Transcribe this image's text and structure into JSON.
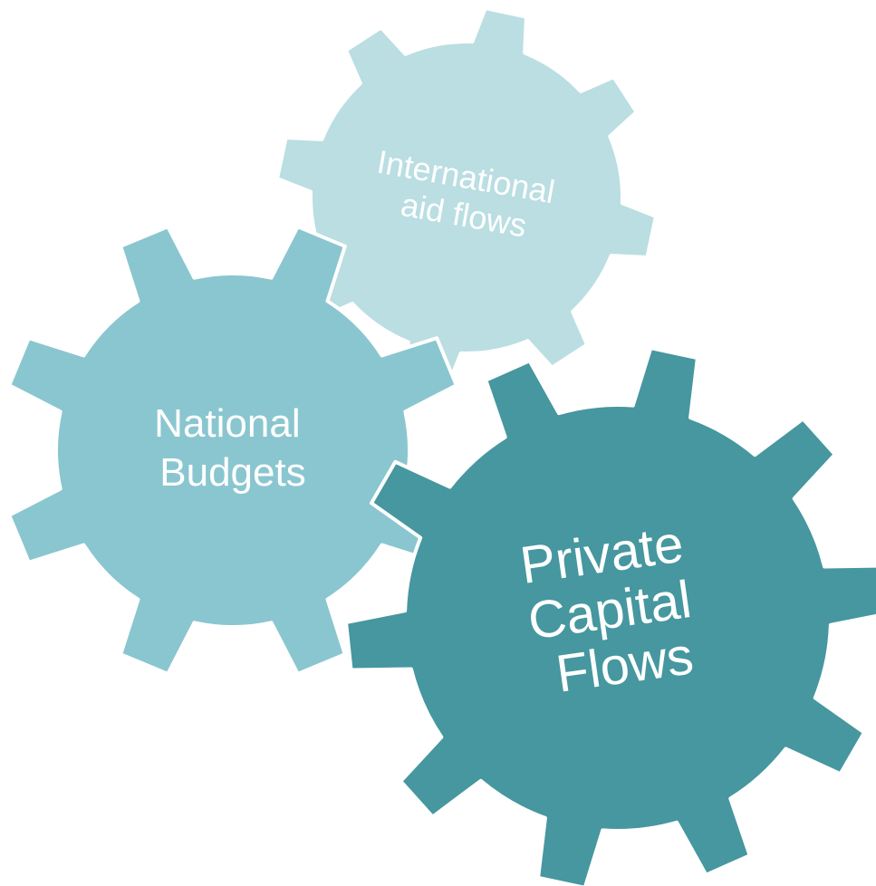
{
  "diagram": {
    "gears": [
      {
        "id": "international",
        "lines": [
          "International",
          "aid flows"
        ],
        "color": "#badee2"
      },
      {
        "id": "national",
        "lines": [
          "National",
          "Budgets"
        ],
        "color": "#8ac6cf"
      },
      {
        "id": "private",
        "lines": [
          "Private",
          "Capital",
          "Flows"
        ],
        "color": "#46979f"
      }
    ],
    "gear_outline_color": "#ffffff",
    "text_color": "#ffffff"
  }
}
